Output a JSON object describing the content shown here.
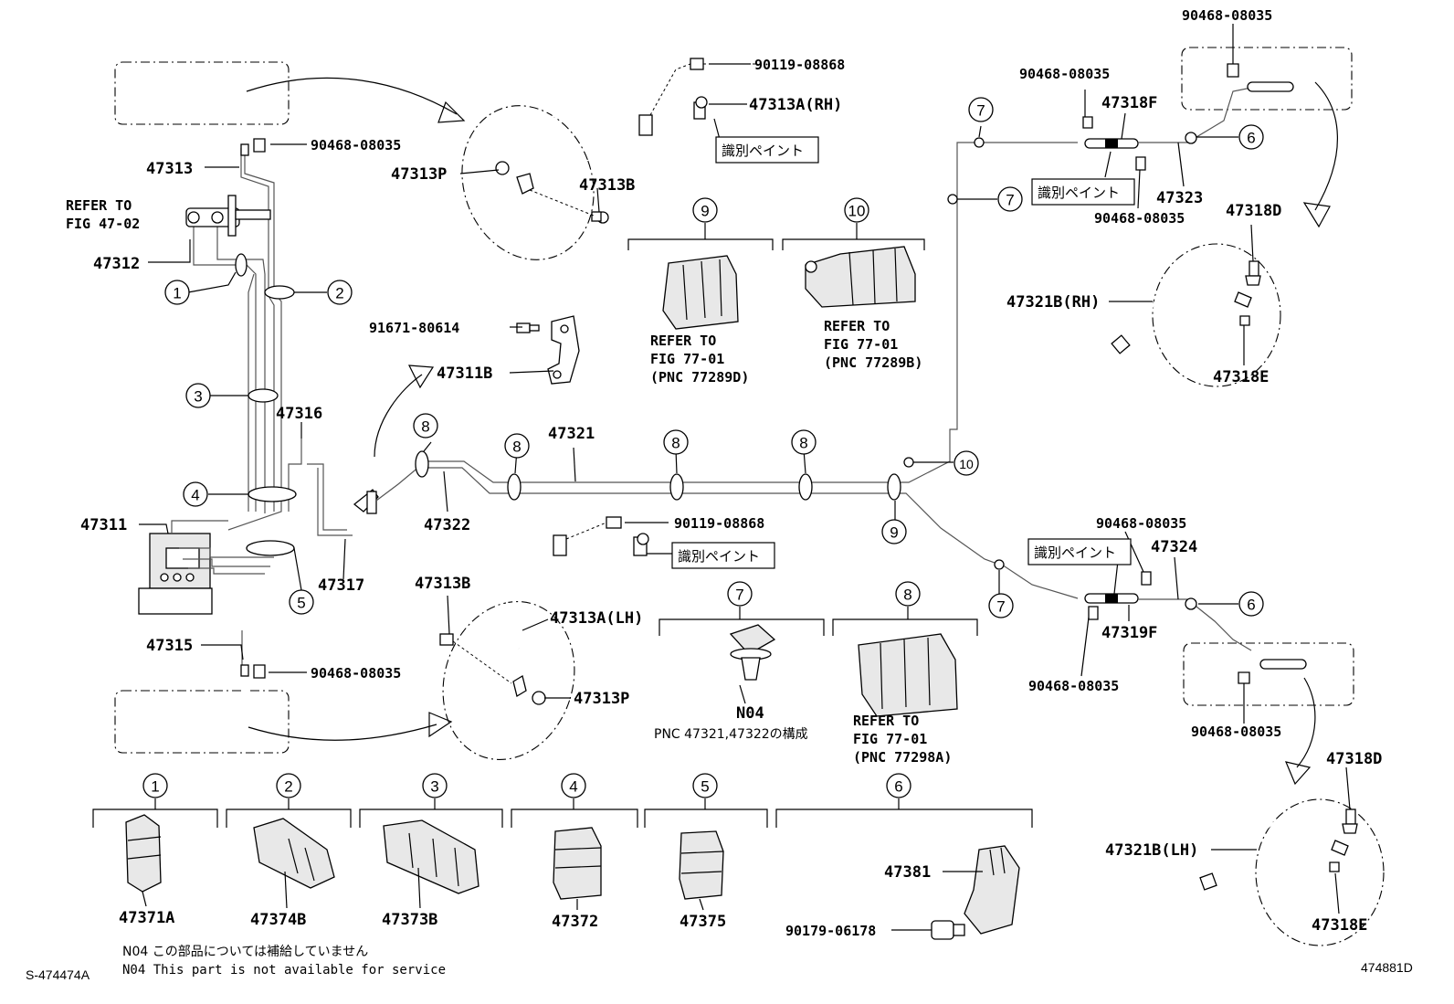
{
  "labels": {
    "p47313": "47313",
    "p90468_a": "90468-08035",
    "refer_fig4702_line1": "REFER TO",
    "refer_fig4702_line2": "FIG 47-02",
    "p47312": "47312",
    "p47316": "47316",
    "p47311": "47311",
    "p47317": "47317",
    "p47315": "47315",
    "p90468_b": "90468-08035",
    "p90119_top": "90119-08868",
    "p47313A_RH": "47313A(RH)",
    "paint_top": "識別ペイント",
    "p47313P_top": "47313P",
    "p47313B_top": "47313B",
    "p91671": "91671-80614",
    "p47311B": "47311B",
    "p47321": "47321",
    "p47322": "47322",
    "p90119_mid": "90119-08868",
    "paint_mid": "識別ペイント",
    "p47313B_bot": "47313B",
    "p47313A_LH": "47313A(LH)",
    "p47313P_bot": "47313P",
    "n04": "N04",
    "pnc_note": "PNC 47321,47322の構成",
    "c9_refer_1": "REFER TO",
    "c9_refer_2": "FIG 77-01",
    "c9_refer_3": "(PNC 77289D)",
    "c10_refer_1": "REFER TO",
    "c10_refer_2": "FIG 77-01",
    "c10_refer_3": "(PNC 77289B)",
    "c8_refer_1": "REFER TO",
    "c8_refer_2": "FIG 77-01",
    "c8_refer_3": "(PNC 77298A)",
    "p90468_r1": "90468-08035",
    "p90468_r2": "90468-08035",
    "p47318F": "47318F",
    "paint_r1": "識別ペイント",
    "p47323": "47323",
    "p90468_r3": "90468-08035",
    "p47318D_top": "47318D",
    "p47321B_RH": "47321B(RH)",
    "p47318E_top": "47318E",
    "p90468_r4": "90468-08035",
    "paint_r2": "識別ペイント",
    "p47324": "47324",
    "p47319F": "47319F",
    "p90468_r5": "90468-08035",
    "p90468_r6": "90468-08035",
    "p47318D_bot": "47318D",
    "p47321B_LH": "47321B(LH)",
    "p47318E_bot": "47318E",
    "p47371A": "47371A",
    "p47374B": "47374B",
    "p47373B": "47373B",
    "p47372": "47372",
    "p47375": "47375",
    "p47381": "47381",
    "p90179": "90179-06178"
  },
  "callouts": {
    "c1": "1",
    "c2": "2",
    "c3": "3",
    "c4": "4",
    "c5": "5",
    "c6": "6",
    "c7": "7",
    "c8": "8",
    "c9": "9",
    "c10": "10"
  },
  "footnotes": {
    "line1": "N04 この部品については補給していません",
    "line2": "N04 This part is not available for service"
  },
  "corners": {
    "left": "S-474474A",
    "right": "474881D"
  }
}
